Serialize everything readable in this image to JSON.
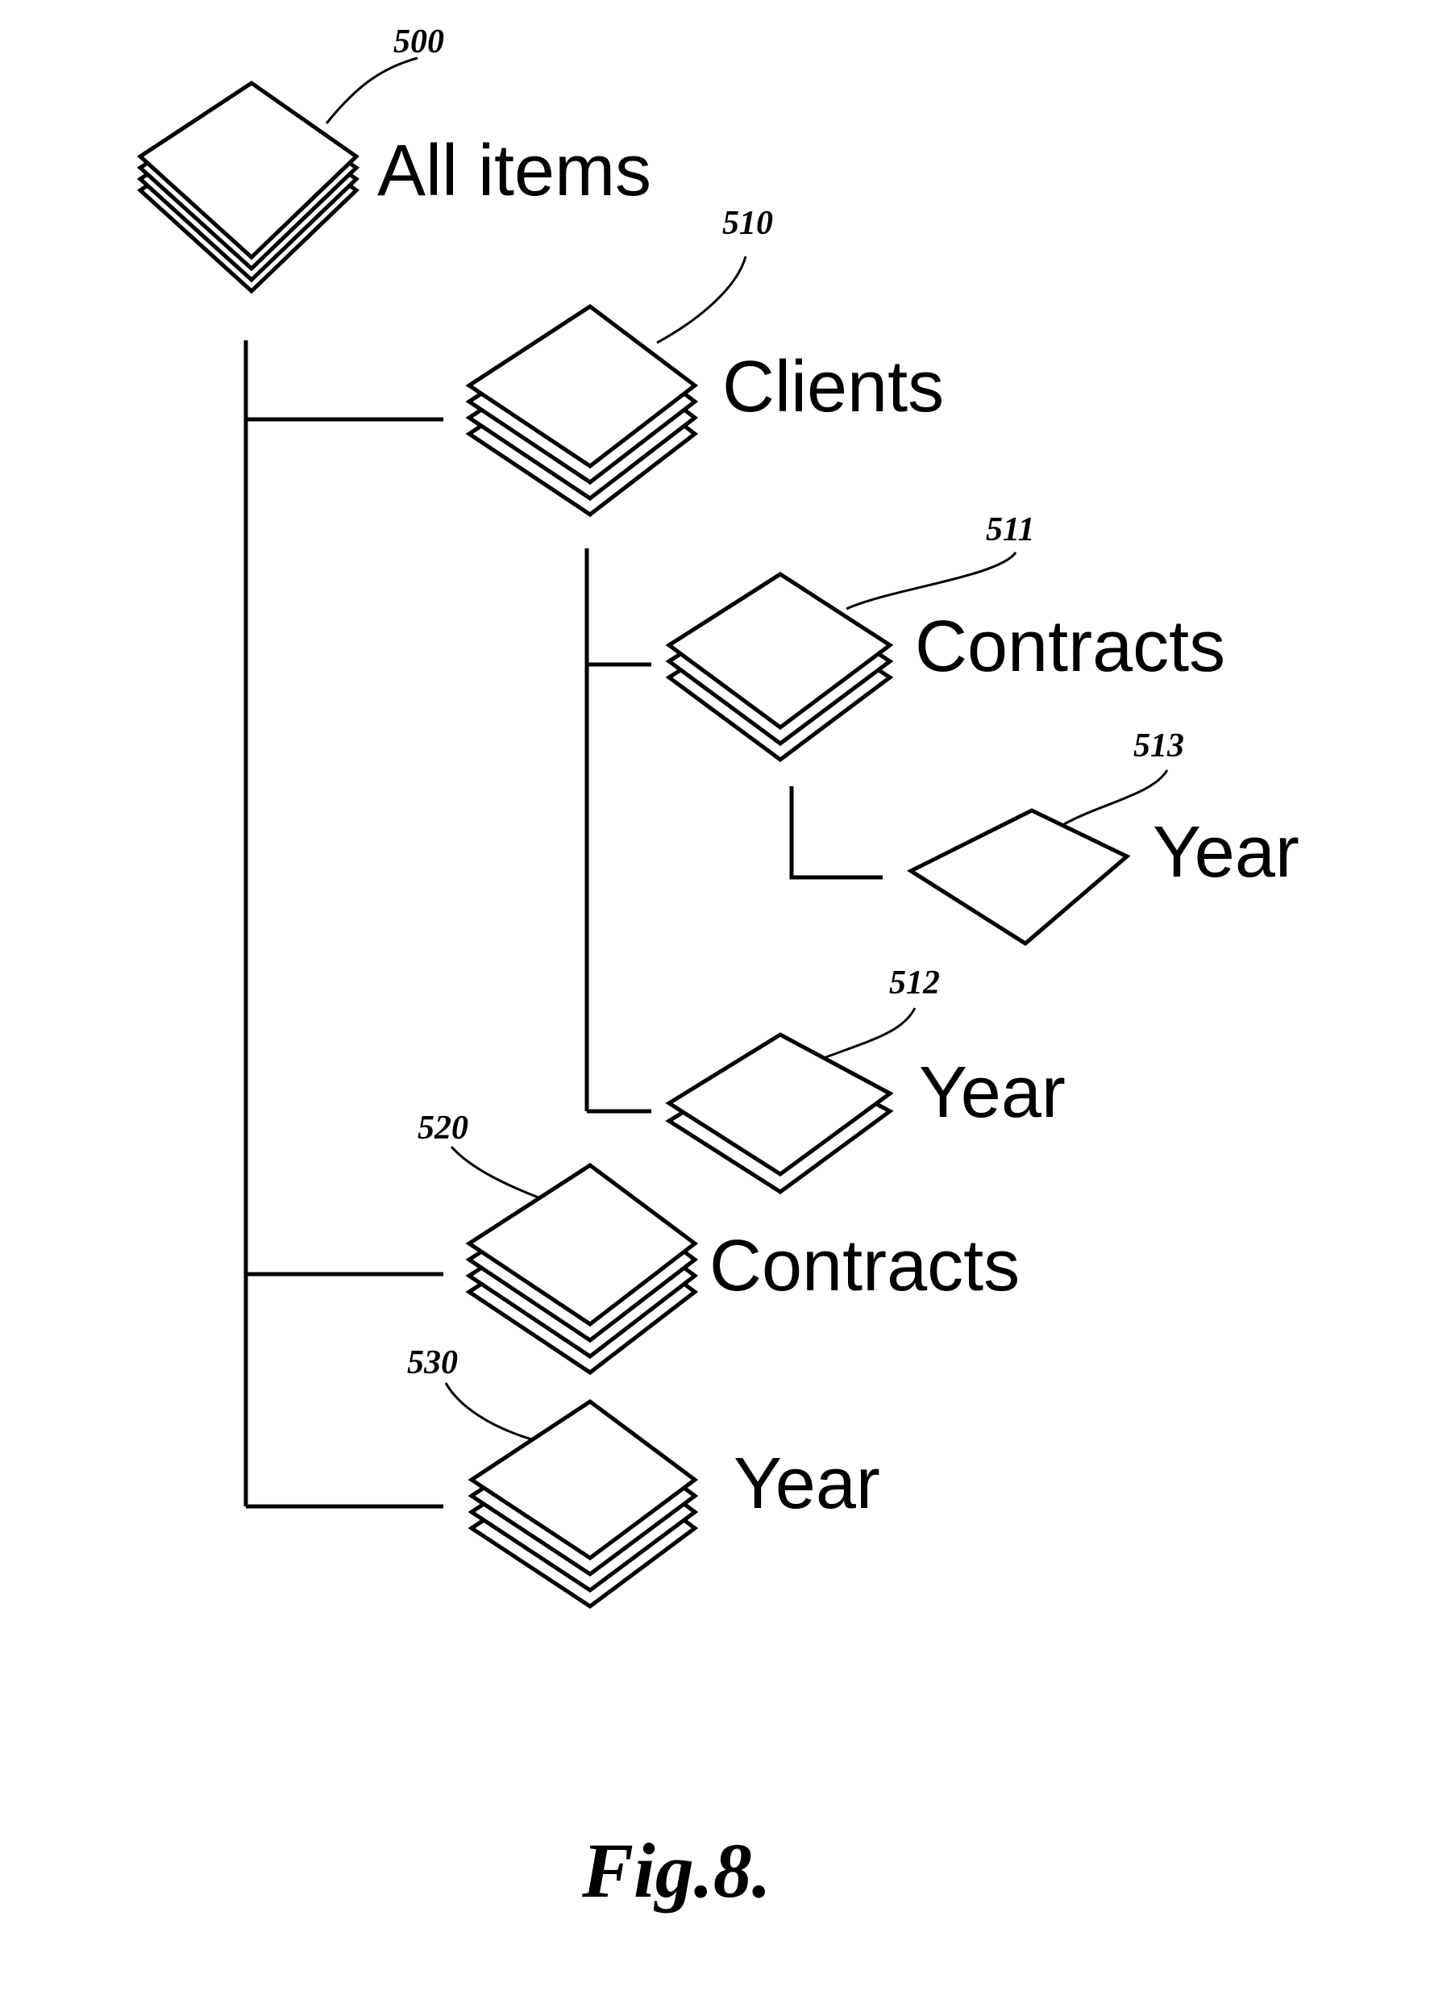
{
  "nodes": [
    {
      "ref": "500",
      "label": "All items"
    },
    {
      "ref": "510",
      "label": "Clients"
    },
    {
      "ref": "511",
      "label": "Contracts"
    },
    {
      "ref": "513",
      "label": "Year"
    },
    {
      "ref": "512",
      "label": "Year"
    },
    {
      "ref": "520",
      "label": "Contracts"
    },
    {
      "ref": "530",
      "label": "Year"
    }
  ],
  "figure_caption": "Fig.8."
}
